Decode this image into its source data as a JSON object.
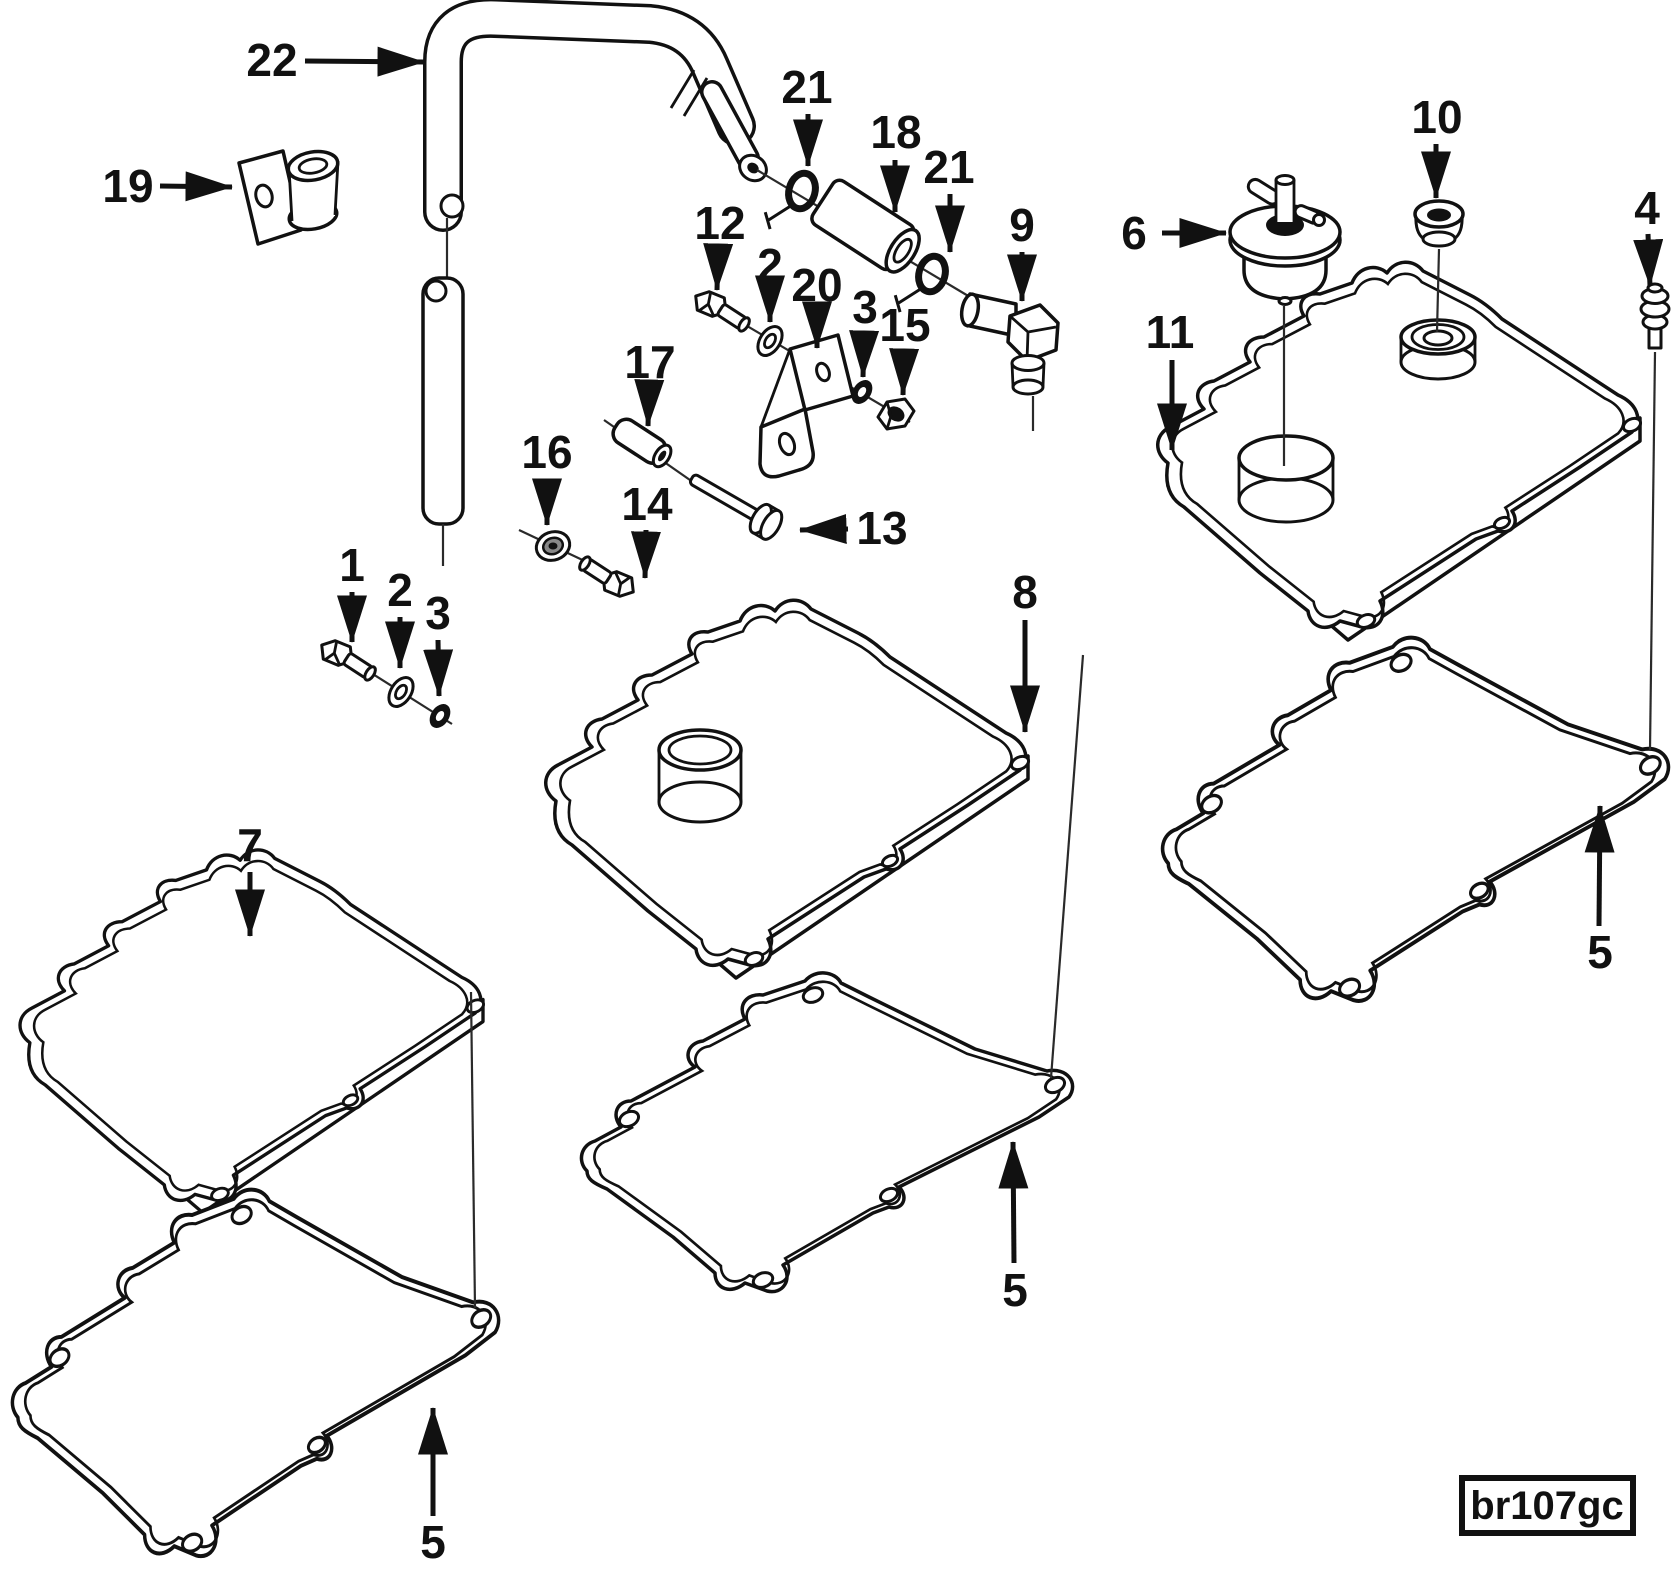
{
  "figure": {
    "code": "br107gc",
    "kind": "exploded-parts-line-diagram"
  },
  "colors": {
    "ink": "#111111",
    "background": "#ffffff"
  },
  "callouts": [
    {
      "label": "22"
    },
    {
      "label": "19"
    },
    {
      "label": "21"
    },
    {
      "label": "18"
    },
    {
      "label": "21"
    },
    {
      "label": "9"
    },
    {
      "label": "6"
    },
    {
      "label": "10"
    },
    {
      "label": "4"
    },
    {
      "label": "11"
    },
    {
      "label": "12"
    },
    {
      "label": "2"
    },
    {
      "label": "20"
    },
    {
      "label": "3"
    },
    {
      "label": "15"
    },
    {
      "label": "17"
    },
    {
      "label": "16"
    },
    {
      "label": "14"
    },
    {
      "label": "13"
    },
    {
      "label": "1"
    },
    {
      "label": "2"
    },
    {
      "label": "3"
    },
    {
      "label": "8"
    },
    {
      "label": "7"
    },
    {
      "label": "5"
    },
    {
      "label": "5"
    },
    {
      "label": "5"
    }
  ]
}
